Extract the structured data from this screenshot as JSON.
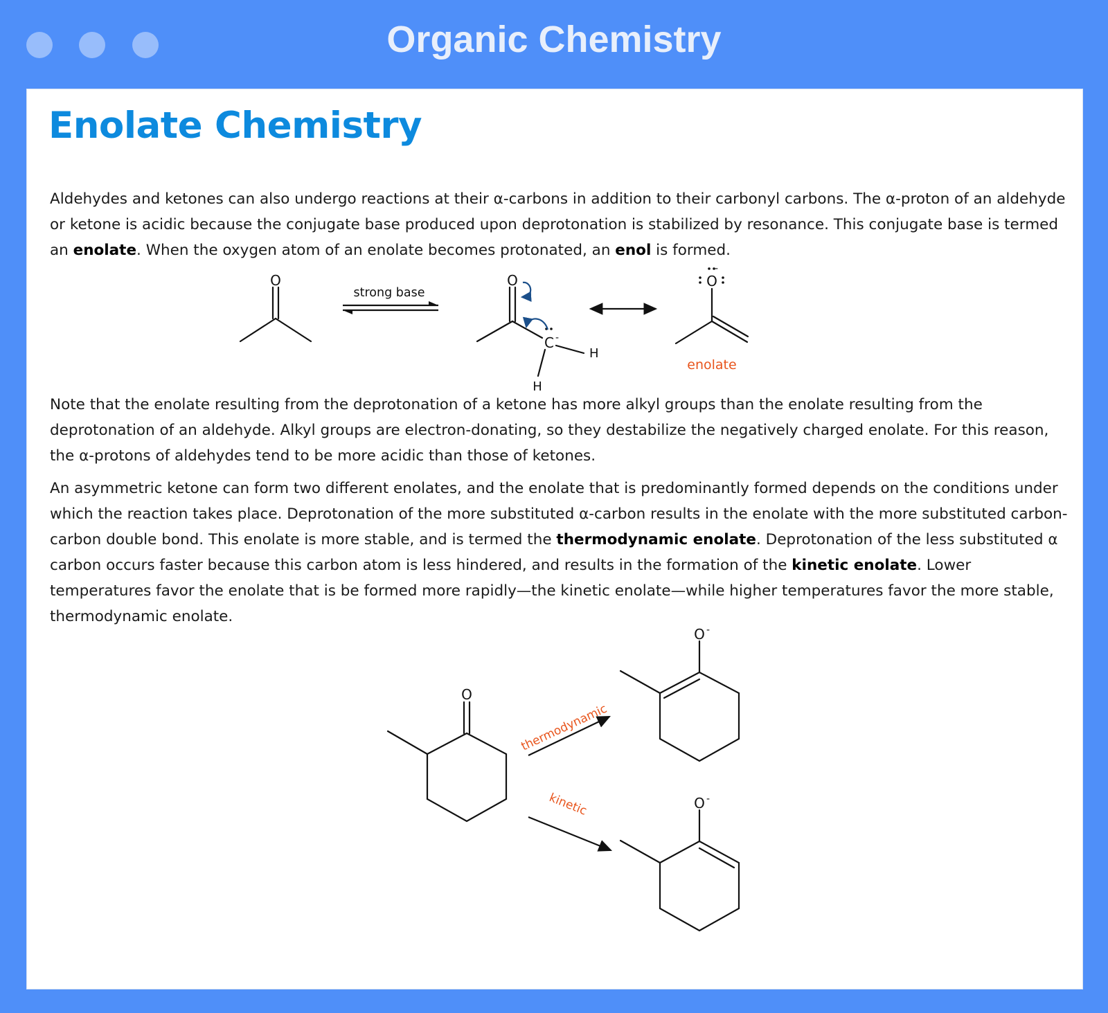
{
  "window": {
    "title": "Organic Chemistry",
    "controls": [
      "close",
      "minimize",
      "maximize"
    ]
  },
  "page": {
    "heading": "Enolate Chemistry",
    "paragraphs": [
      {
        "segments": [
          {
            "text": "Aldehydes and ketones can also undergo reactions at their α-carbons in addition to their carbonyl carbons. The α-proton of an aldehyde or ketone is acidic because the conjugate base produced upon deprotonation is stabilized by resonance. This conjugate base is termed an ",
            "bold": false
          },
          {
            "text": "enolate",
            "bold": true
          },
          {
            "text": ". When the oxygen atom of an enolate becomes protonated, an ",
            "bold": false
          },
          {
            "text": "enol",
            "bold": true
          },
          {
            "text": " is formed.",
            "bold": false
          }
        ]
      },
      {
        "segments": [
          {
            "text": "Note that the enolate resulting from the deprotonation of a ketone has more alkyl groups than the enolate resulting from the deprotonation of an aldehyde. Alkyl groups are electron-donating, so they destabilize the negatively charged enolate. For this reason, the α-protons of aldehydes tend to be more acidic than those of ketones.",
            "bold": false
          }
        ]
      },
      {
        "segments": [
          {
            "text": "An asymmetric ketone can form two different enolates, and the enolate that is predominantly formed depends on the conditions under which the reaction takes place. Deprotonation of the more substituted α-carbon results in the enolate with the more substituted carbon-carbon double bond. This enolate is more stable, and is termed the ",
            "bold": false
          },
          {
            "text": "thermodynamic enolate",
            "bold": true
          },
          {
            "text": ". Deprotonation of the less substituted α carbon occurs faster because this carbon atom is less hindered, and results in the formation of the ",
            "bold": false
          },
          {
            "text": "kinetic enolate",
            "bold": true
          },
          {
            "text": ". Lower temperatures favor the enolate that is be formed more rapidly—the kinetic enolate—while higher temperatures favor the more stable, thermodynamic enolate.",
            "bold": false
          }
        ]
      }
    ]
  },
  "scheme1": {
    "reagent": "strong base",
    "product_label": "enolate",
    "atoms": {
      "oxygen": "O",
      "carbon": "C",
      "hydrogen": "H"
    }
  },
  "scheme2": {
    "upper_path_label": "thermodynamic",
    "lower_path_label": "kinetic",
    "atoms": {
      "oxygen": "O",
      "oxide": "O",
      "charge": "-"
    }
  },
  "colors": {
    "frame": "#4f8ff9",
    "heading": "#0d8ade",
    "annotation": "#e8551d",
    "curved_arrow": "#1b4f8a"
  }
}
